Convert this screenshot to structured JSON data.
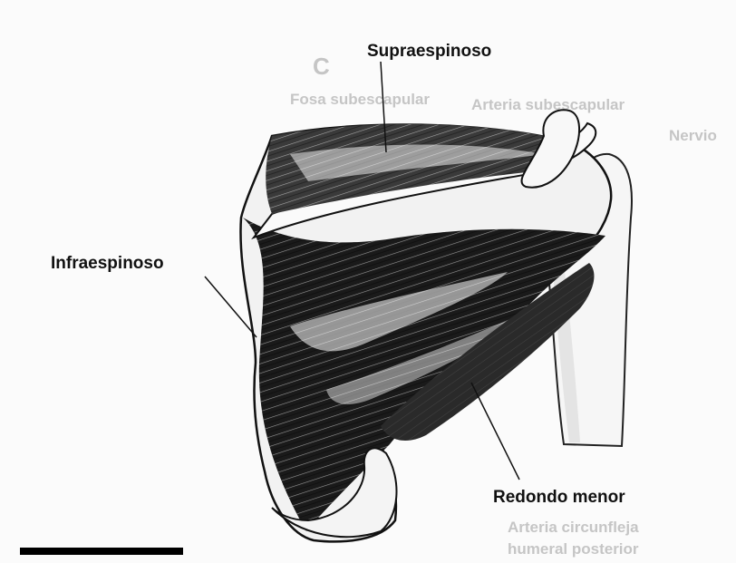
{
  "labels": {
    "supraespinoso": "Supraespinoso",
    "infraespinoso": "Infraespinoso",
    "redondo_menor": "Redondo menor"
  },
  "bleed_through": {
    "letter_c": "C",
    "fosa_subescapular": "Fosa subescapular",
    "arteria_subescapular": "Arteria subescapular",
    "nervio": "Nervio",
    "arteria_circunfleja": "Arteria circunfleja",
    "humeral_posterior": "humeral posterior"
  },
  "colors": {
    "background": "#fbfbfb",
    "ink": "#111111",
    "muscle_dark": "#1a1a1a",
    "bone": "#f4f4f4",
    "bleed": "#9a9a9a"
  }
}
